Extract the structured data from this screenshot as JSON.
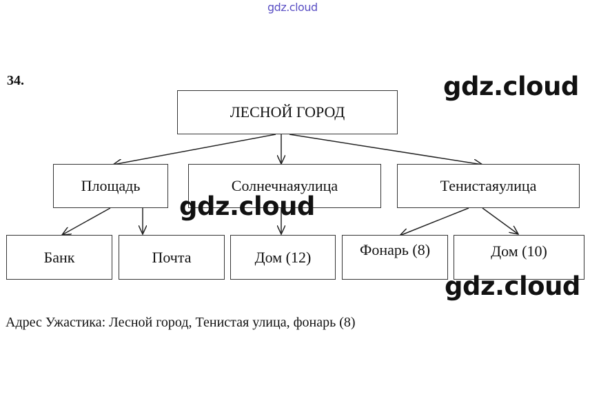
{
  "watermark_top": "gdz.cloud",
  "watermarks": [
    "gdz.cloud",
    "gdz.cloud",
    "gdz.cloud"
  ],
  "task_number": "34.",
  "root": {
    "label": "ЛЕСНОЙ ГОРОД"
  },
  "level2": [
    {
      "label": "Площадь"
    },
    {
      "label": "Солнечнаяулица"
    },
    {
      "label": "Тенистаяулица"
    }
  ],
  "level3": [
    {
      "label": "Банк"
    },
    {
      "label": "Почта"
    },
    {
      "label": "Дом (12)"
    },
    {
      "label": "Фонарь (8)"
    },
    {
      "label": "Дом (10)"
    }
  ],
  "answer": "Адрес Ужастика: Лесной город, Тенистая улица, фонарь (8)"
}
